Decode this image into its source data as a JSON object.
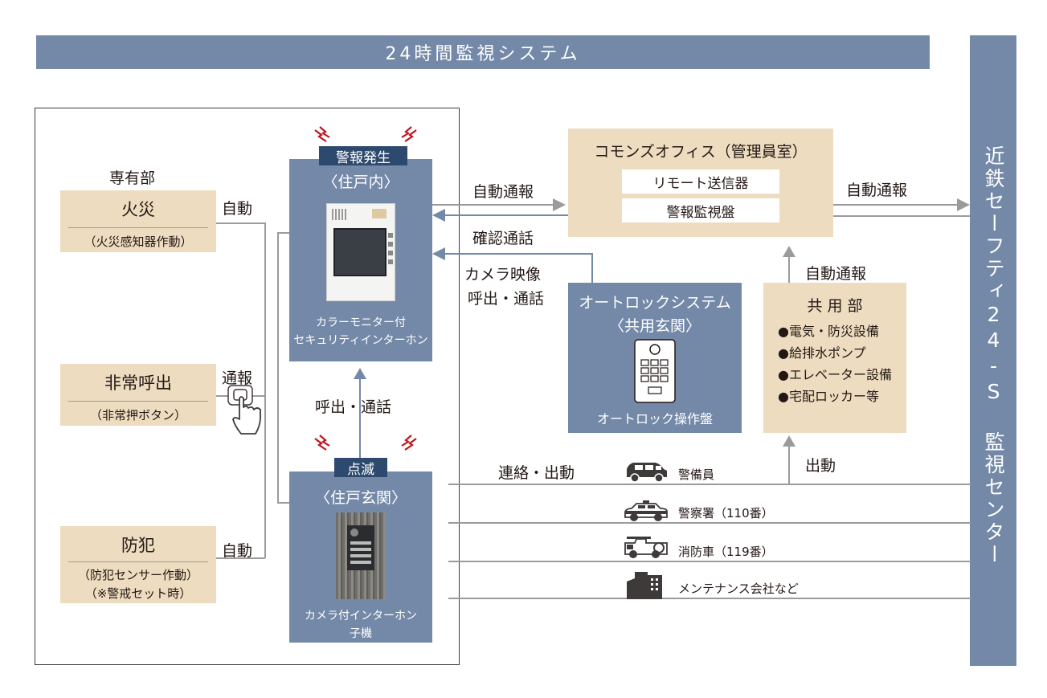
{
  "banner": {
    "title": "24時間監視システム"
  },
  "center": {
    "title": "近鉄セーフティ24-S 監視センター"
  },
  "private_area": {
    "label": "専有部"
  },
  "fire": {
    "title": "火災",
    "sub": "（火災感知器作動）",
    "action": "自動"
  },
  "emergency": {
    "title": "非常呼出",
    "sub": "（非常押ボタン）",
    "action": "通報"
  },
  "crime": {
    "title": "防犯",
    "sub1": "（防犯センサー作動）",
    "sub2": "（※警戒セット時）",
    "action": "自動"
  },
  "indoor_unit": {
    "badge": "警報発生",
    "title": "〈住戸内〉",
    "caption1": "カラーモニター付",
    "caption2": "セキュリティインターホン"
  },
  "door_unit": {
    "badge": "点滅",
    "title": "〈住戸玄関〉",
    "caption1": "カメラ付インターホン",
    "caption2": "子機"
  },
  "call_talk": "呼出・通話",
  "office": {
    "title": "コモンズオフィス（管理員室）",
    "items": [
      "リモート送信器",
      "警報監視盤"
    ]
  },
  "arrows": {
    "auto_notify_1": "自動通報",
    "confirm_call": "確認通話",
    "camera_video": "カメラ映像",
    "call_talk_2": "呼出・通話",
    "auto_notify_2": "自動通報",
    "auto_notify_3": "自動通報",
    "contact_dispatch": "連絡・出動",
    "dispatch": "出動"
  },
  "autolock": {
    "title": "オートロックシステム",
    "sub": "〈共用玄関〉",
    "caption": "オートロック操作盤"
  },
  "common_area": {
    "title": "共 用 部",
    "items": [
      "●電気・防災設備",
      "●給排水ポンプ",
      "●エレベーター設備",
      "●宅配ロッカー等"
    ]
  },
  "responders": [
    "警備員",
    "警察署（110番）",
    "消防車（119番）",
    "メンテナンス会社など"
  ],
  "colors": {
    "slate": "#7489a8",
    "beige": "#eddcbf",
    "navy": "#2d4a6e",
    "line": "#9b9b9b",
    "alert": "#c0141c"
  }
}
